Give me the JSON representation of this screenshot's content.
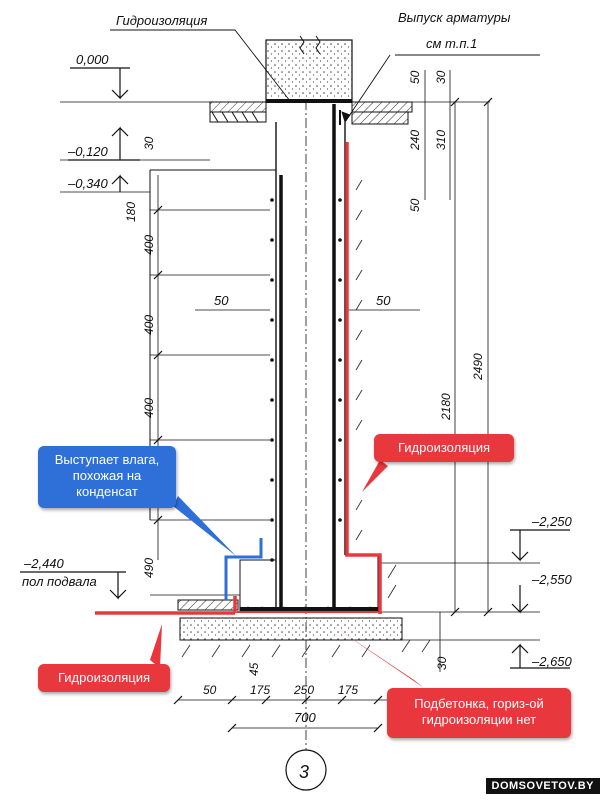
{
  "labels": {
    "top_waterproofing": "Гидроизоляция",
    "rebar_outlet_line1": "Выпуск арматуры",
    "rebar_outlet_line2": "см т.п.1",
    "floor_label": "пол подвала",
    "section_mark": "3"
  },
  "elevations": {
    "zero": "0,000",
    "m0120": "–0,120",
    "m0340": "–0,340",
    "m2250": "–2,250",
    "m2440": "–2,440",
    "m2550": "–2,550",
    "m2650": "–2,650"
  },
  "dimensions": {
    "d50_top": "50",
    "d30_top": "30",
    "d240": "240",
    "d310": "310",
    "d50_right": "50",
    "d30_left": "30",
    "d180": "180",
    "d400_a": "400",
    "d400_b": "400",
    "d400_c": "400",
    "d490": "490",
    "d50_wall_left": "50",
    "d50_wall_right": "50",
    "d2180": "2180",
    "d2490": "2490",
    "d30_bottom": "30",
    "d45": "45",
    "d50_b": "50",
    "d175_a": "175",
    "d250": "250",
    "d175_b": "175",
    "d700": "700"
  },
  "callouts": {
    "condensate": "Выступает влага, похожая на конденсат",
    "waterproofing_right": "Гидроизоляция",
    "waterproofing_left": "Гидроизоляция",
    "no_horizontal": "Подбетонка, гориз-ой гидроизоляции нет"
  },
  "watermark": "DOMSOVETOV.BY",
  "colors": {
    "red": "#e8383d",
    "blue": "#2f6fd8",
    "line": "#111111"
  }
}
